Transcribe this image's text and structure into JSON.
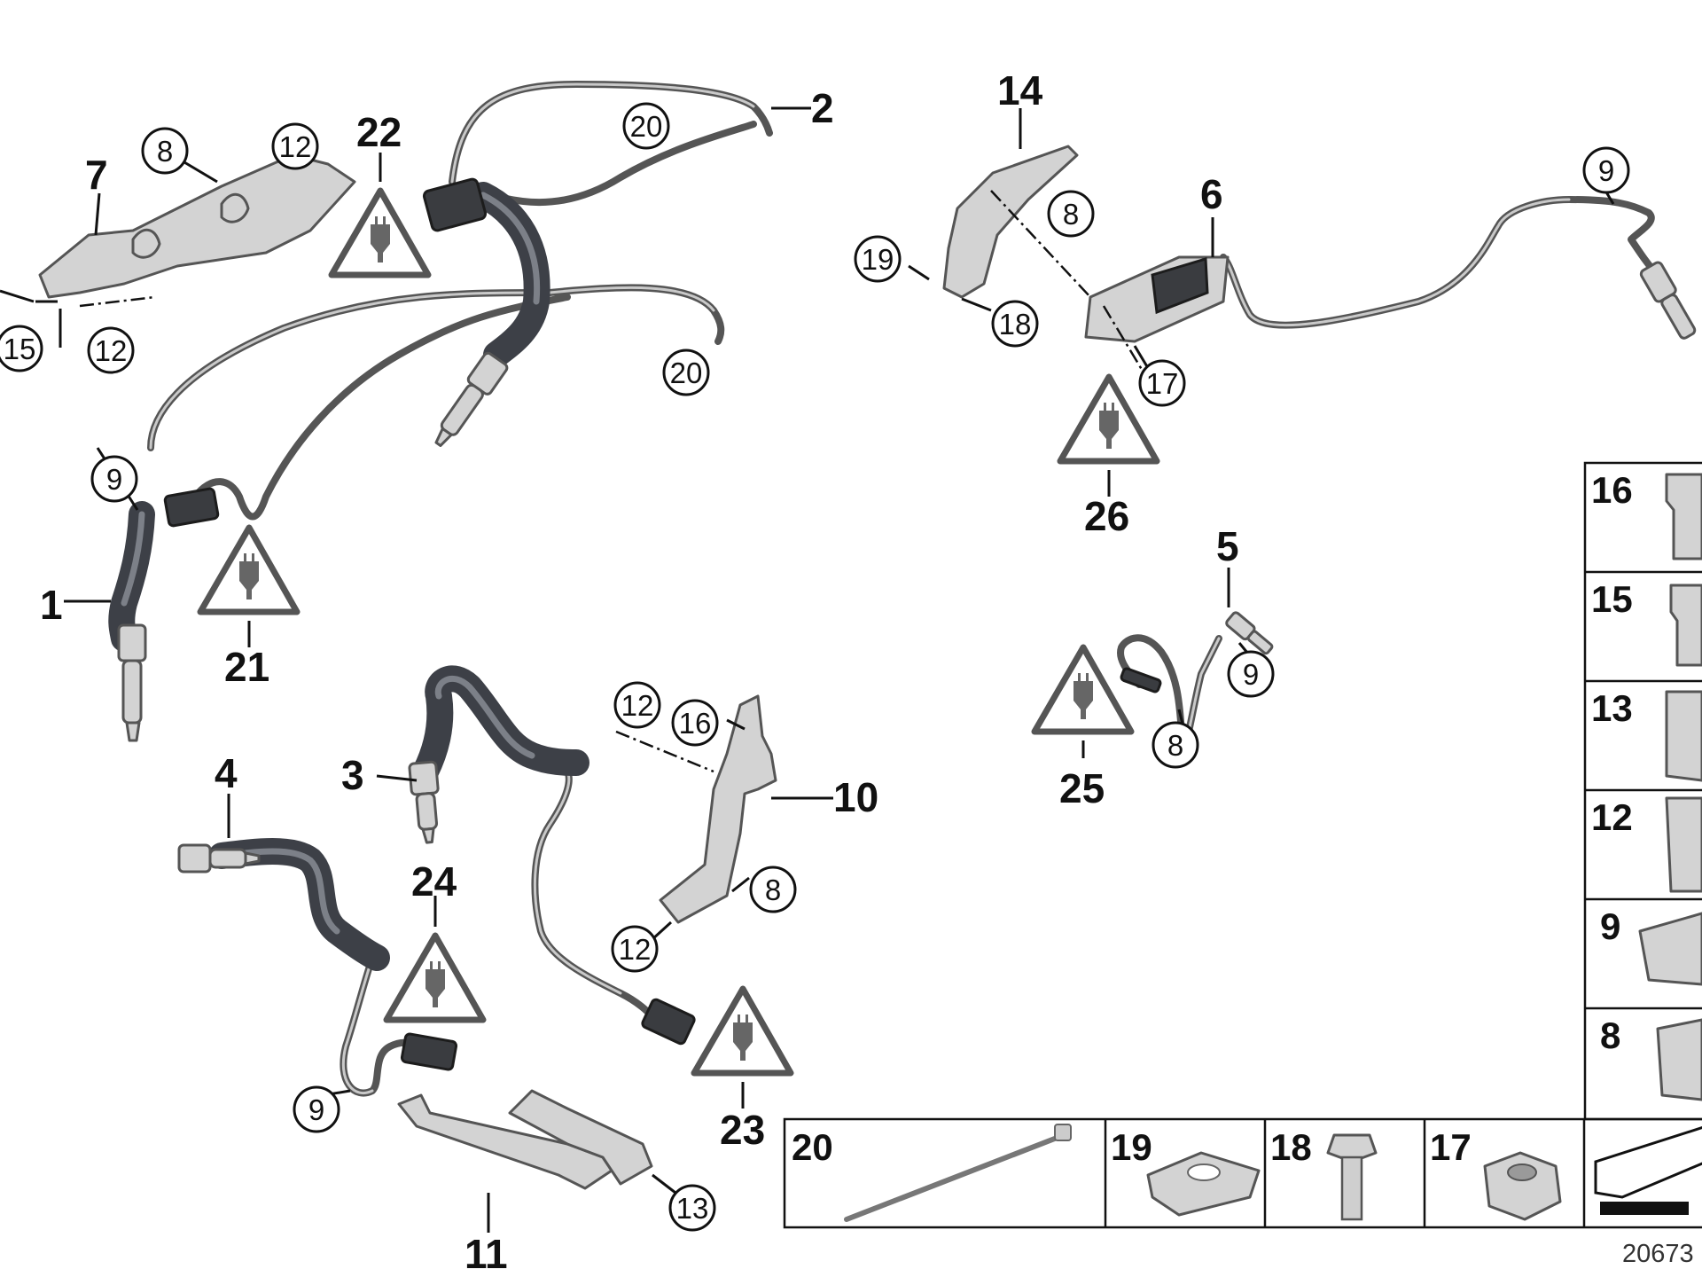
{
  "diagram": {
    "reference_number": "20673",
    "callouts": [
      "1",
      "2",
      "3",
      "4",
      "5",
      "6",
      "7",
      "10",
      "11",
      "14",
      "21",
      "22",
      "23",
      "24",
      "25",
      "26"
    ],
    "circled_labels": [
      "8",
      "9",
      "12",
      "13",
      "15",
      "16",
      "17",
      "18",
      "19",
      "20"
    ],
    "legend_top": [
      "16",
      "15",
      "13",
      "12",
      "9",
      "8"
    ],
    "legend_bottom": [
      "20",
      "19",
      "18",
      "17"
    ]
  }
}
